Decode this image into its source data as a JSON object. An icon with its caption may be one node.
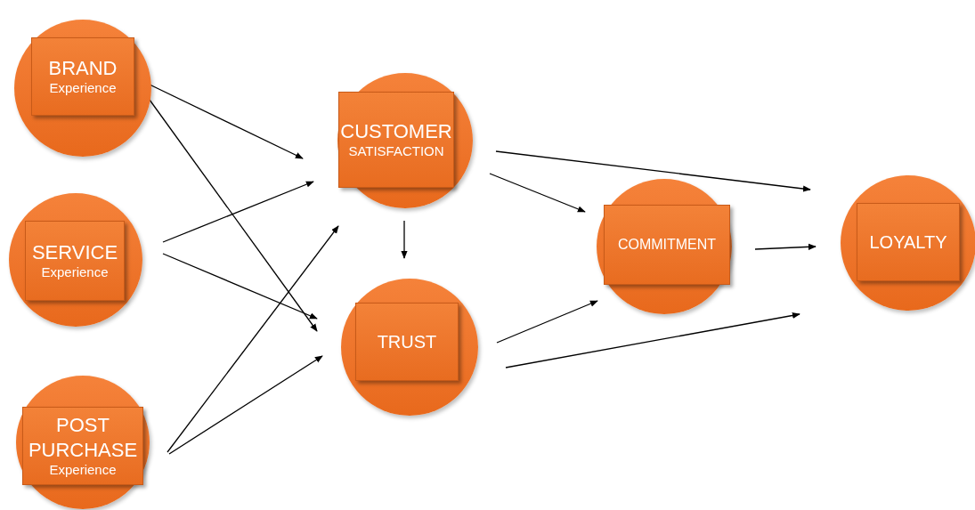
{
  "diagram": {
    "nodes": [
      {
        "text": [
          "BRAND",
          "Experience"
        ]
      },
      {
        "text": [
          "SERVICE",
          "Experience"
        ]
      },
      {
        "text": [
          "POST PURCHASE",
          "Experience"
        ]
      },
      {
        "text": [
          "CUSTOMER",
          "SATISFACTION"
        ]
      },
      {
        "text": [
          "TRUST"
        ]
      },
      {
        "text": [
          "COMMITMENT"
        ]
      },
      {
        "text": [
          "LOYALTY"
        ]
      }
    ],
    "edges": [
      {
        "from": 0,
        "to": 3,
        "arrow": "to"
      },
      {
        "from": 0,
        "to": 4,
        "arrow": "to"
      },
      {
        "from": 1,
        "to": 3,
        "arrow": "to"
      },
      {
        "from": 1,
        "to": 4,
        "arrow": "to"
      },
      {
        "from": 2,
        "to": 3,
        "arrow": "to"
      },
      {
        "from": 2,
        "to": 4,
        "arrow": "to"
      },
      {
        "from": 3,
        "to": 4,
        "arrow": "to"
      },
      {
        "from": 3,
        "to": 6,
        "arrow": "to"
      },
      {
        "from": 3,
        "to": 5,
        "arrow": "to"
      },
      {
        "from": 4,
        "to": 5,
        "arrow": "to"
      },
      {
        "from": 4,
        "to": 6,
        "arrow": "to"
      },
      {
        "from": 5,
        "to": 6,
        "arrow": "to"
      }
    ]
  }
}
